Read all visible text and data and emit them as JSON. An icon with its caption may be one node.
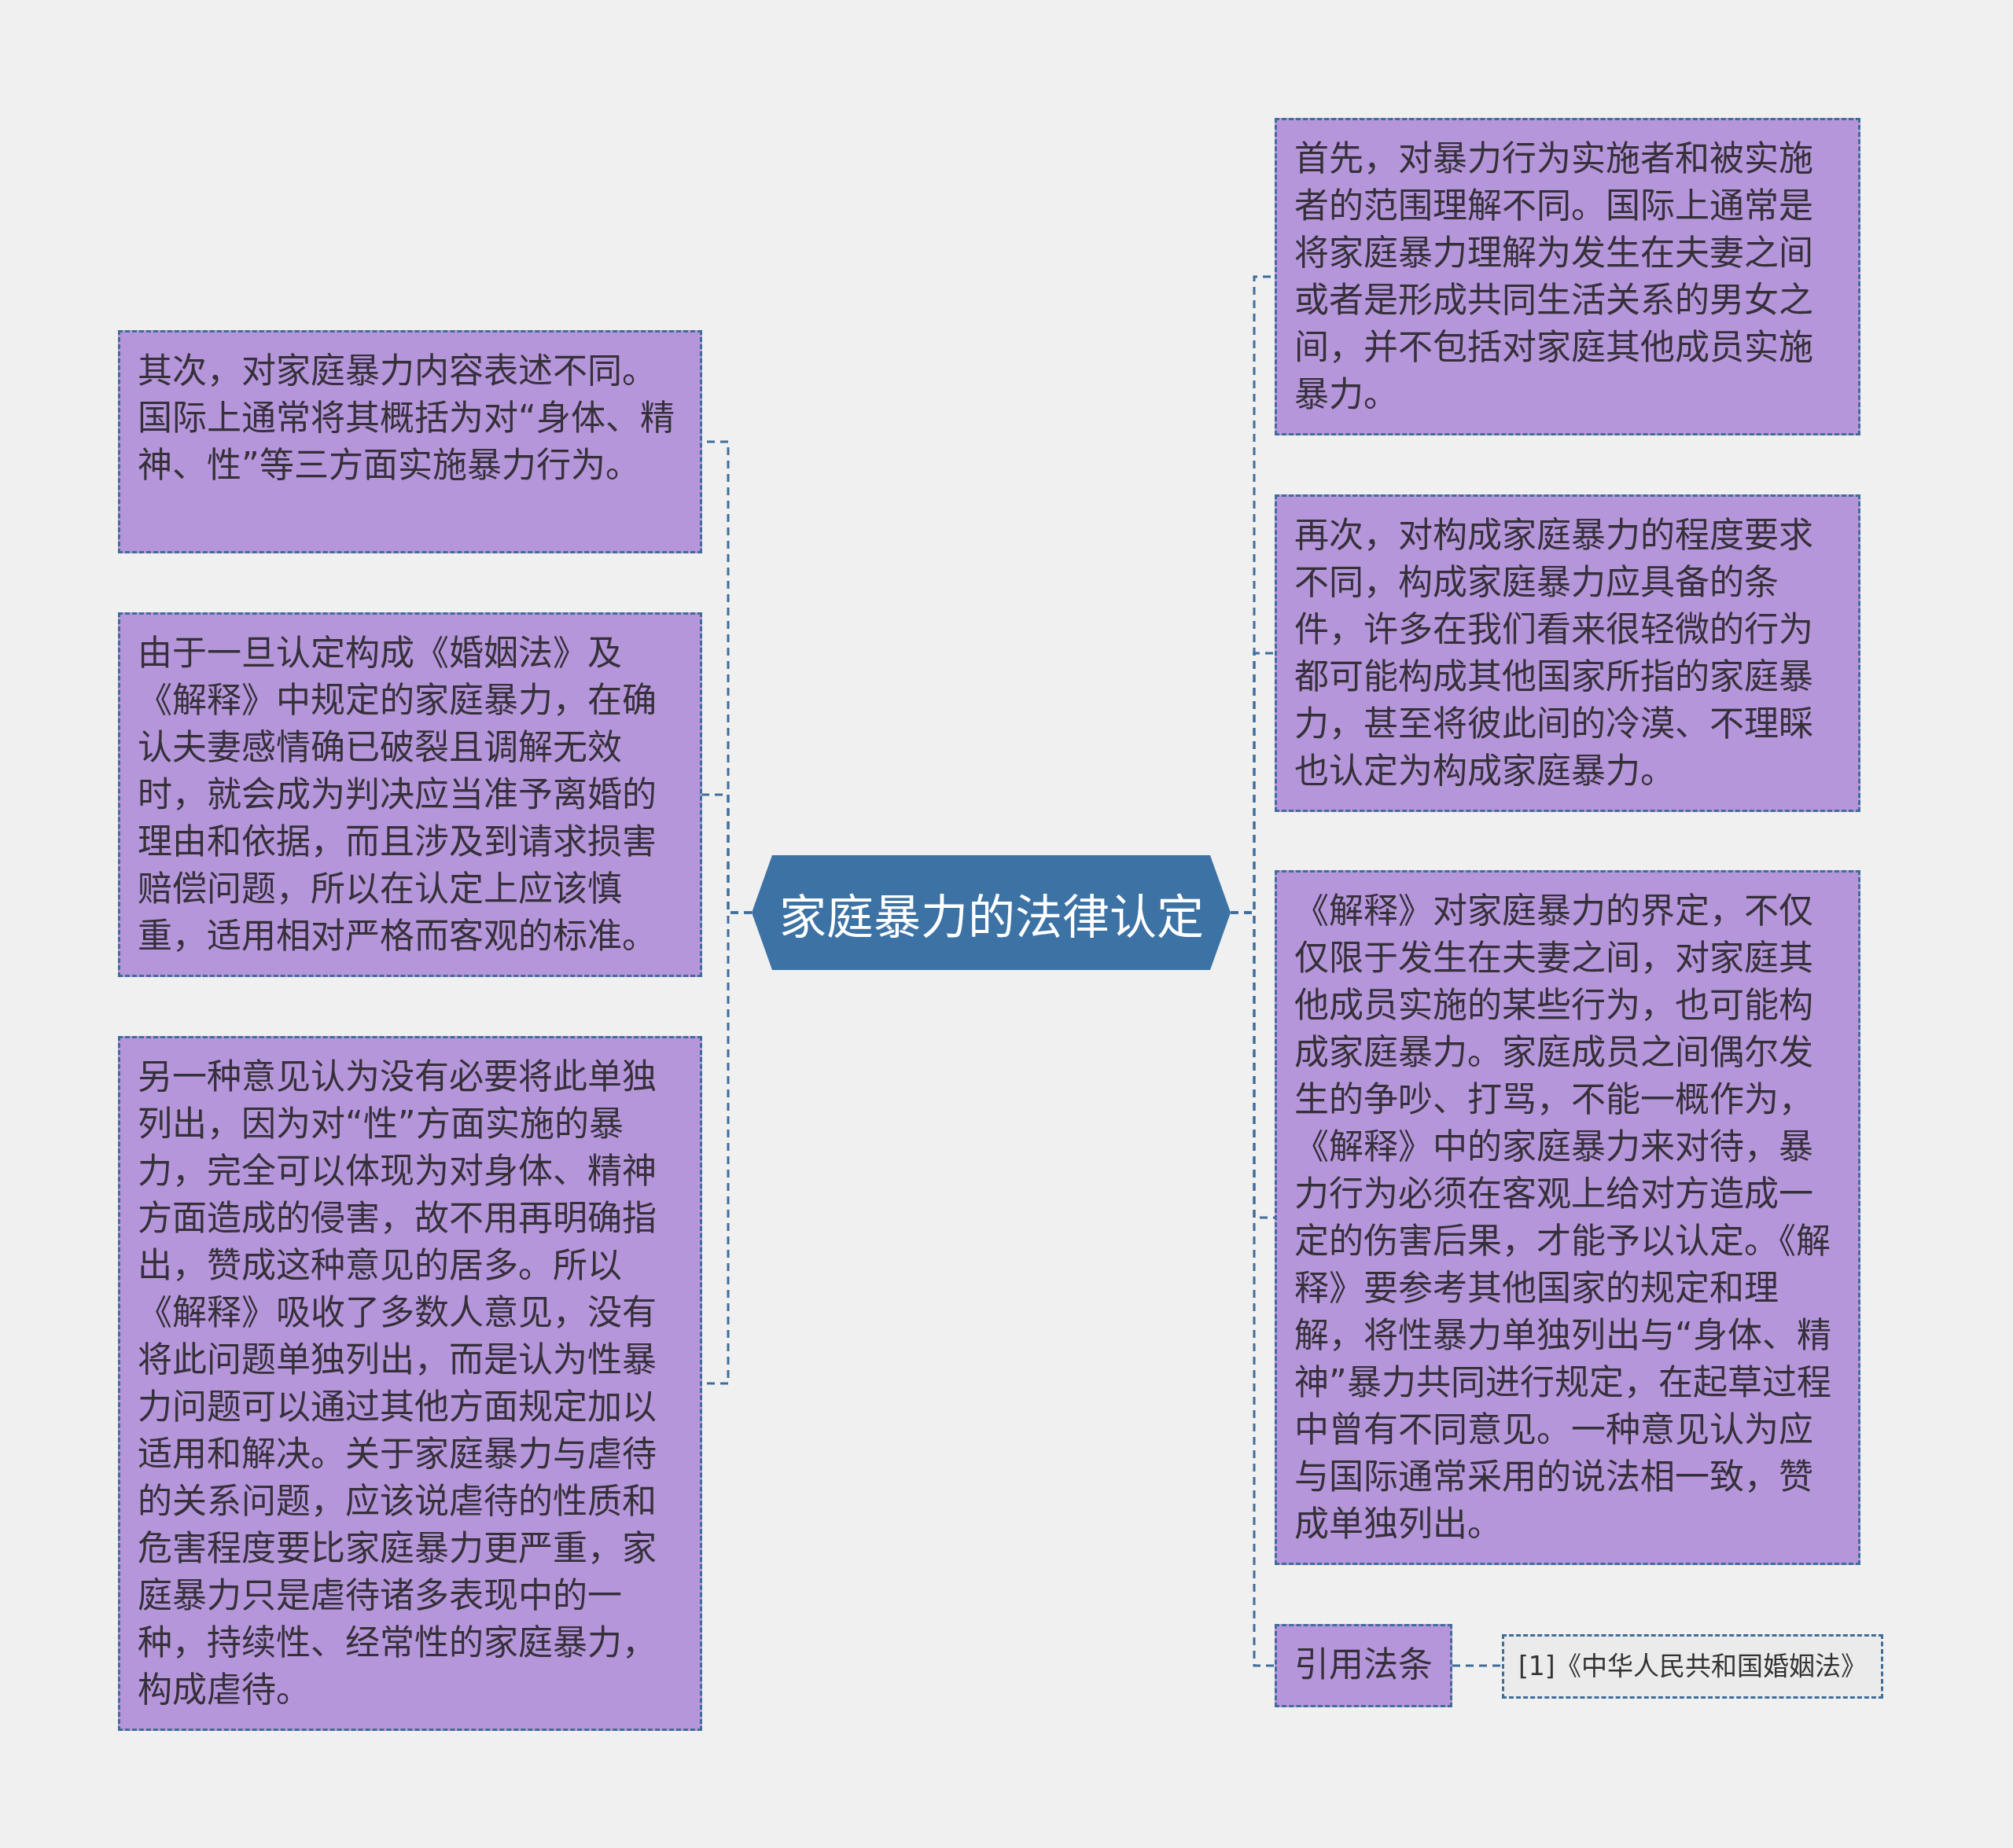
{
  "diagram": {
    "nodes": [
      {
        "text": [
          "家庭暴力的法律认定"
        ]
      },
      {
        "text": [
          "其次，对家庭暴力内容表述不同。国际上通常将其概括为对“身体、精神、性”等三方面实施暴力行为。"
        ]
      },
      {
        "text": [
          "由于一旦认定构成《婚姻法》及《解释》中规定的家庭暴力，在确认夫妻感情确已破裂且调解无效时，就会成为判决应当准予离婚的理由和依据，而且涉及到请求损害赔偿问题，所以在认定上应该慎重，适用相对严格而客观的标准。"
        ]
      },
      {
        "text": [
          "另一种意见认为没有必要将此单独列出，因为对“性”方面实施的暴力，完全可以体现为对身体、精神方面造成的侵害，故不用再明确指出，赞成这种意见的居多。所以《解释》吸收了多数人意见，没有将此问题单独列出，而是认为性暴力问题可以通过其他方面规定加以适用和解决。关于家庭暴力与虐待的关系问题，应该说虐待的性质和危害程度要比家庭暴力更严重，家庭暴力只是虐待诸多表现中的一种，持续性、经常性的家庭暴力，构成虐待。"
        ]
      },
      {
        "text": [
          "首先，对暴力行为实施者和被实施者的范围理解不同。国际上通常是将家庭暴力理解为发生在夫妻之间或者是形成共同生活关系的男女之间，并不包括对家庭其他成员实施暴力。"
        ]
      },
      {
        "text": [
          "再次，对构成家庭暴力的程度要求不同，构成家庭暴力应具备的条件，许多在我们看来很轻微的行为都可能构成其他国家所指的家庭暴力，甚至将彼此间的冷漠、不理睬也认定为构成家庭暴力。"
        ]
      },
      {
        "text": [
          "《解释》对家庭暴力的界定，不仅仅限于发生在夫妻之间，对家庭其他成员实施的某些行为，也可能构成家庭暴力。家庭成员之间偶尔发生的争吵、打骂，不能一概作为，《解释》中的家庭暴力来对待，暴力行为必须在客观上给对方造成一定的伤害后果，才能予以认定。《解释》要参考其他国家的规定和理解，将性暴力单独列出与“身体、精神”暴力共同进行规定，在起草过程中曾有不同意见。一种意见认为应与国际通常采用的说法相一致，赞成单独列出。"
        ]
      },
      {
        "text": [
          "引用法条"
        ]
      },
      {
        "text": [
          "[1]《中华人民共和国婚姻法》"
        ]
      }
    ],
    "edges": [
      {
        "from": 0,
        "to": 1,
        "arrow": "none"
      },
      {
        "from": 0,
        "to": 2,
        "arrow": "none"
      },
      {
        "from": 0,
        "to": 3,
        "arrow": "none"
      },
      {
        "from": 0,
        "to": 4,
        "arrow": "none"
      },
      {
        "from": 0,
        "to": 5,
        "arrow": "none"
      },
      {
        "from": 0,
        "to": 6,
        "arrow": "none"
      },
      {
        "from": 0,
        "to": 7,
        "arrow": "none"
      },
      {
        "from": 7,
        "to": 8,
        "arrow": "none"
      }
    ]
  }
}
